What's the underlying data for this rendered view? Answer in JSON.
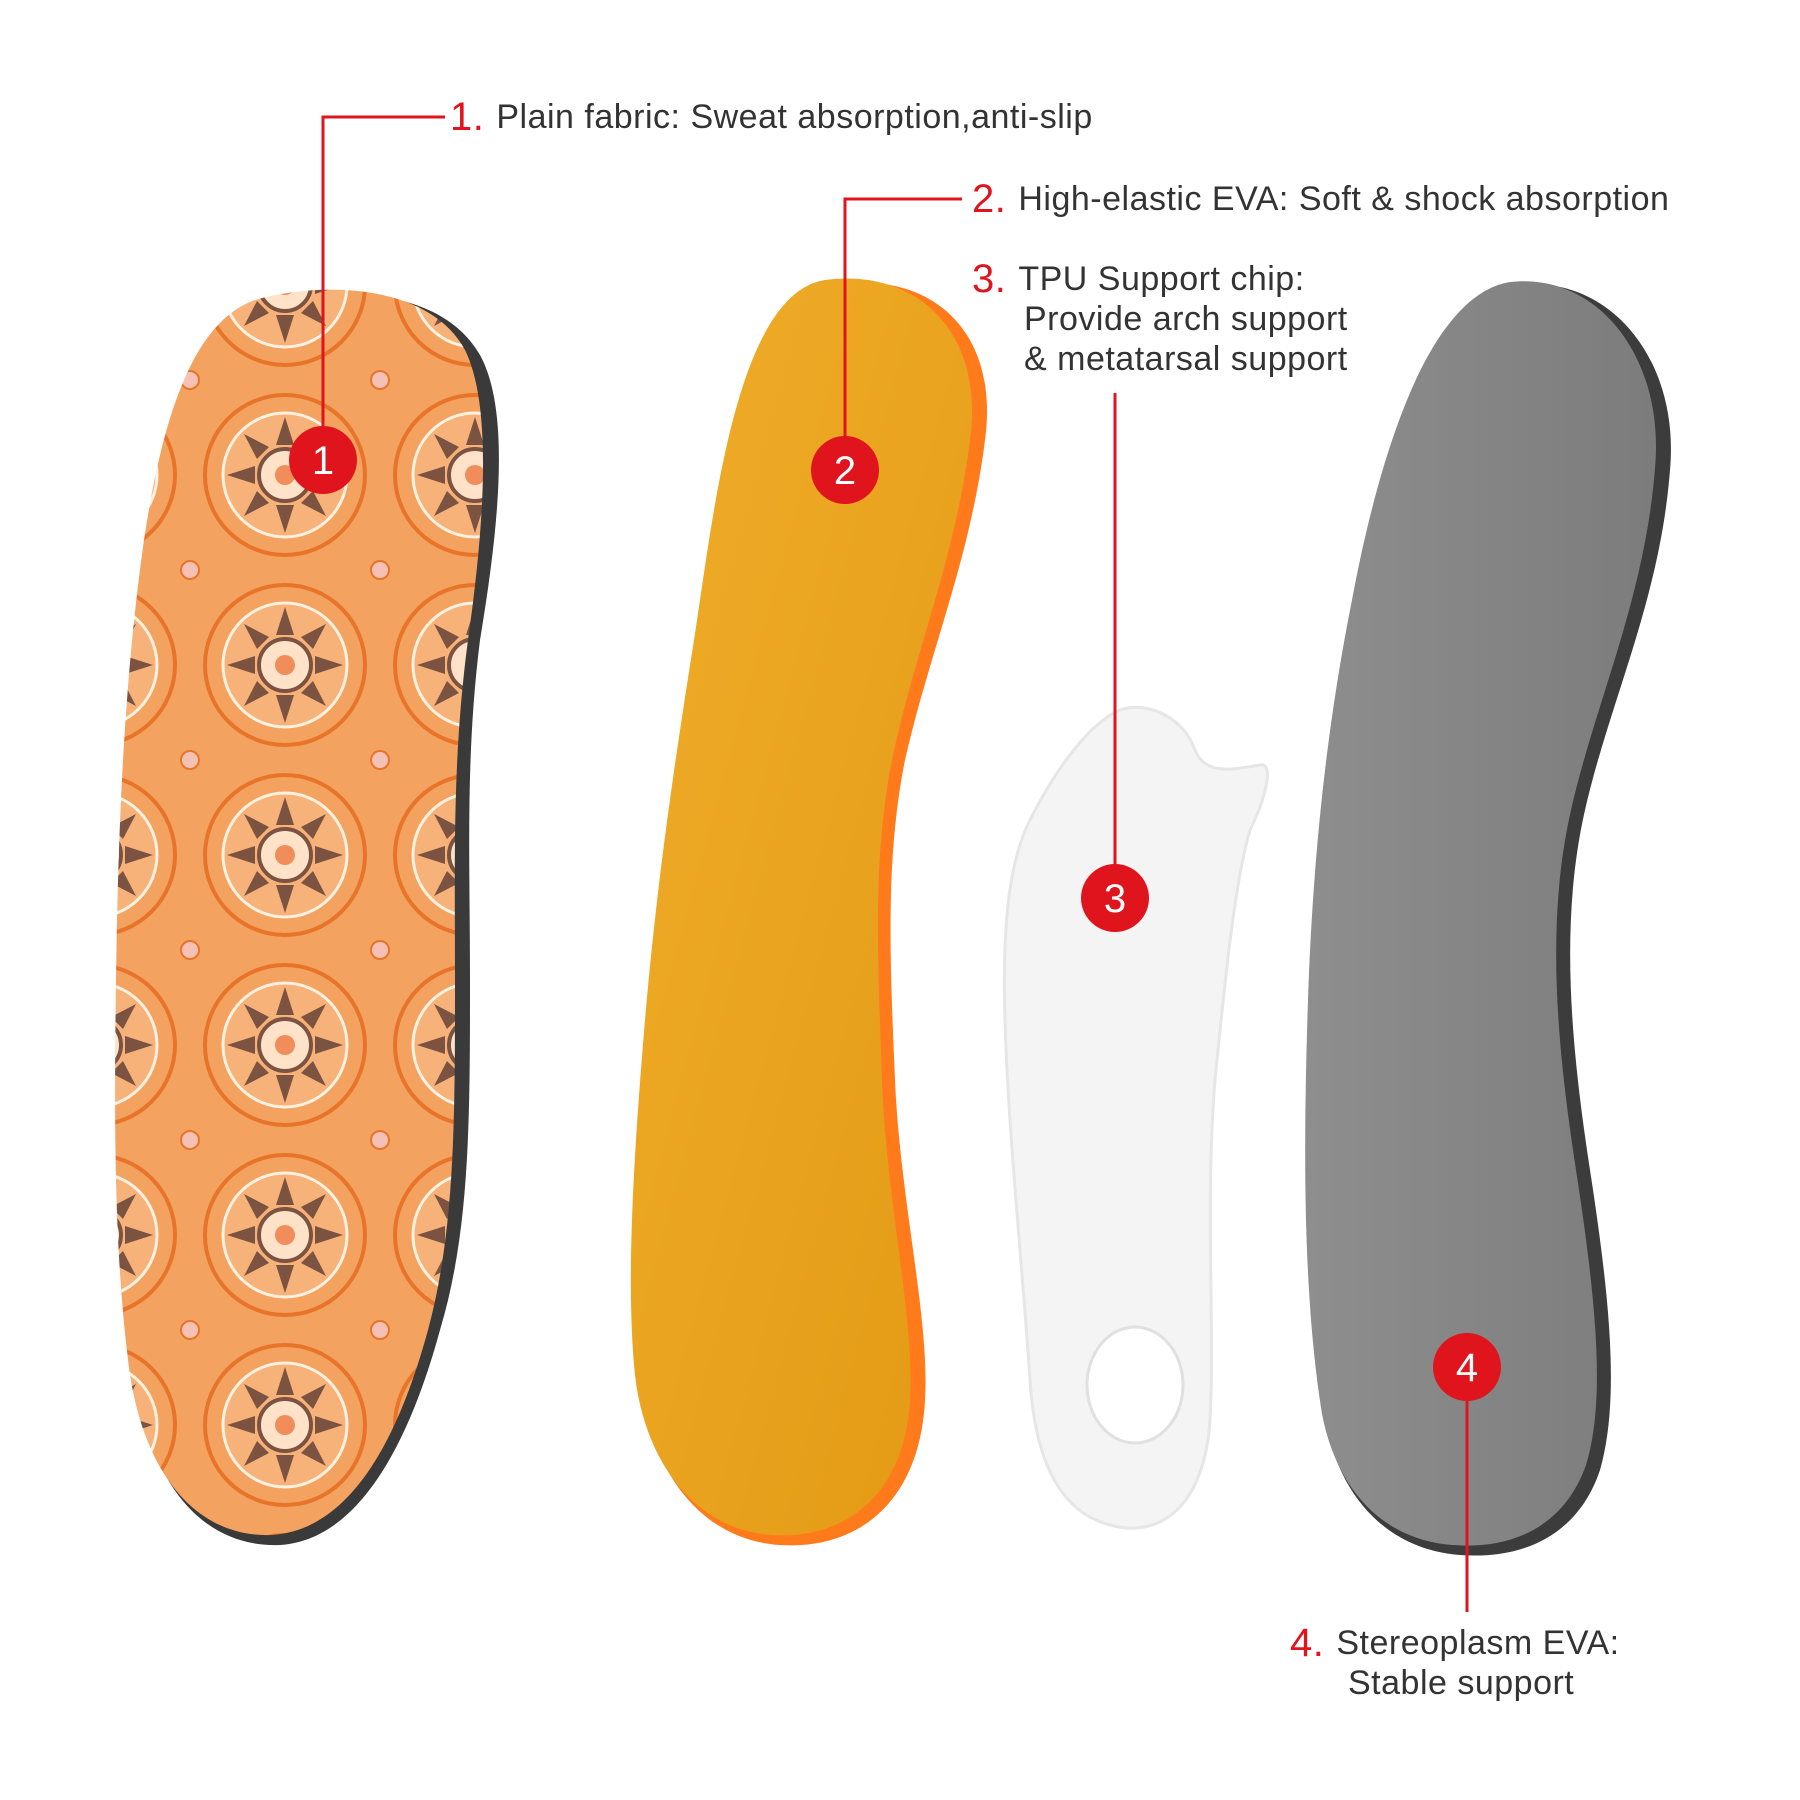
{
  "colors": {
    "accent_red": "#e0141c",
    "text_gray": "#333333",
    "fabric_orange": "#f3a260",
    "fabric_brown": "#7b5340",
    "eva_yellow": "#efa81f",
    "tpu_white": "#f4f4f4",
    "stereoplasm_gray": "#8a8a8a"
  },
  "layers": [
    {
      "number": "1.",
      "badge": "1",
      "title": "Plain fabric: Sweat absorption,anti-slip",
      "subtitle": "",
      "icon": "patterned-fabric-insole"
    },
    {
      "number": "2.",
      "badge": "2",
      "title": "High-elastic EVA: Soft & shock absorption",
      "subtitle": "",
      "icon": "yellow-eva-layer"
    },
    {
      "number": "3.",
      "badge": "3",
      "title": "TPU Support chip:",
      "subtitle": "Provide arch support",
      "subtitle2": "& metatarsal support",
      "icon": "tpu-support-chip"
    },
    {
      "number": "4.",
      "badge": "4",
      "title": "Stereoplasm EVA:",
      "subtitle": "Stable support",
      "icon": "gray-stereoplasm-layer"
    }
  ]
}
